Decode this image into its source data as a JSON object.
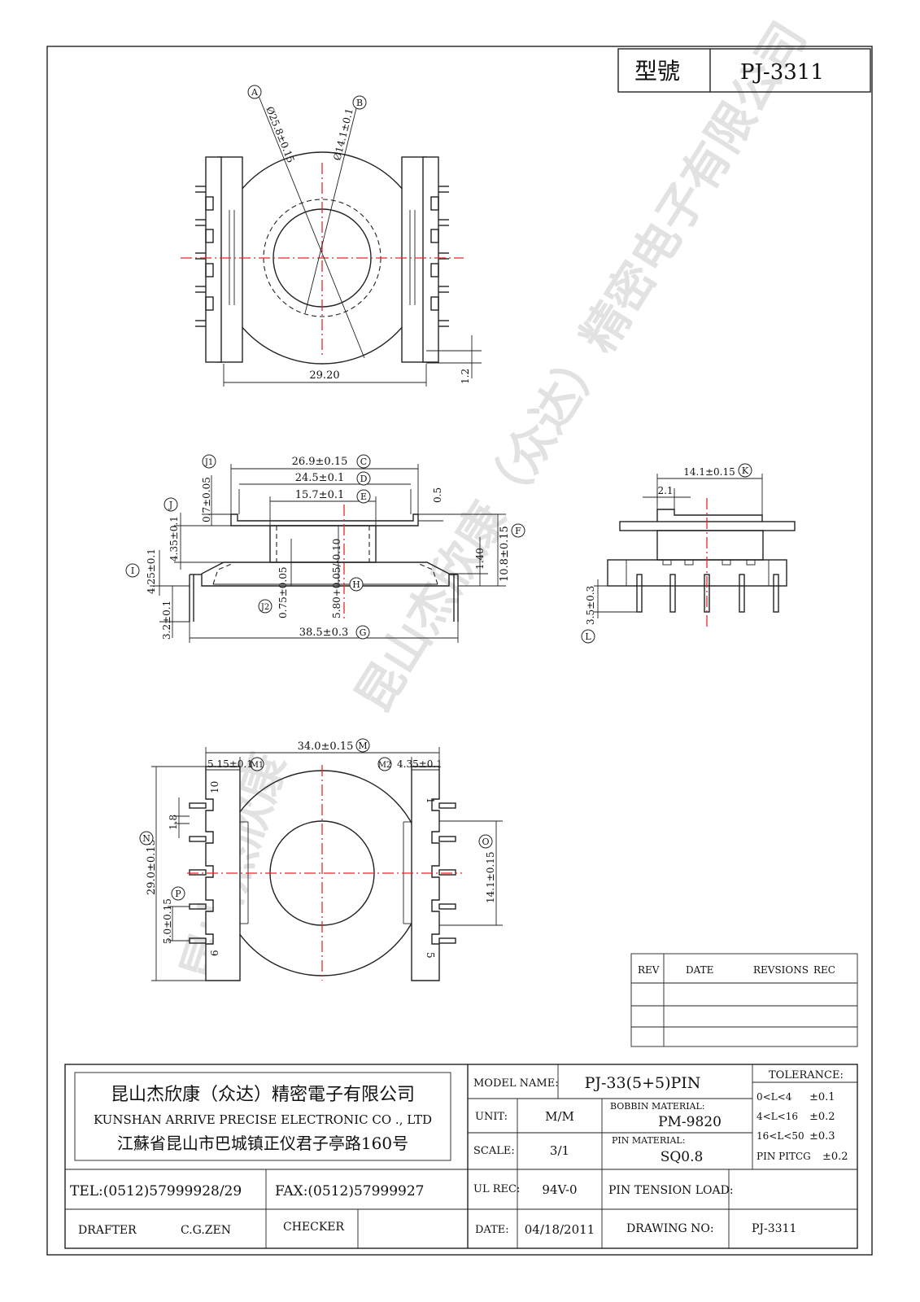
{
  "header": {
    "model_label": "型號",
    "model_value": "PJ-3311"
  },
  "watermark": {
    "line1": "昆山杰欣康（众达）精密电子有限公司",
    "line2": "昆山杰欣康"
  },
  "top_view": {
    "dims": {
      "A": "Ø25.8±0.15",
      "B": "Ø14.1±0.1",
      "width": "29.20",
      "pin": "1.2"
    },
    "bubbles": [
      "A",
      "B"
    ]
  },
  "side_view": {
    "dims": {
      "C": "26.9±0.15",
      "D": "24.5±0.1",
      "E": "15.7±0.1",
      "J1": "0.7±0.05",
      "J": "4.35±0.1",
      "I": "4.25±0.1",
      "pin_len": "3.2±0.1",
      "J2": "0.75±0.05",
      "H": "5.80+0.05/-0.10",
      "G": "38.5±0.3",
      "F": "10.8±0.15",
      "flange": "1.40",
      "top": "0.5"
    },
    "bubbles": [
      "C",
      "D",
      "E",
      "F",
      "G",
      "H",
      "I",
      "J",
      "J1",
      "J2"
    ]
  },
  "end_view": {
    "dims": {
      "K": "14.1±0.15",
      "pin_w": "2.1",
      "L": "3.5±0.3"
    },
    "bubbles": [
      "K",
      "L"
    ]
  },
  "bottom_view": {
    "dims": {
      "M": "34.0±0.15",
      "M1": "5.15±0.1",
      "M2": "4.35±0.1",
      "N": "29.0±0.15",
      "O": "14.1±0.15",
      "P": "5.0±0.15",
      "pitch": "1.8"
    },
    "pin_labels": {
      "p10": "10",
      "p1": "1",
      "p6": "6",
      "p5": "5"
    },
    "bubbles": [
      "M",
      "M1",
      "M2",
      "N",
      "O",
      "P"
    ]
  },
  "revision_table": {
    "headers": [
      "REV",
      "DATE",
      "REVSIONS",
      "REC"
    ],
    "rows": [
      [
        "",
        "",
        ""
      ],
      [
        "",
        "",
        ""
      ],
      [
        "",
        "",
        ""
      ]
    ]
  },
  "title_block": {
    "company_cn": "昆山杰欣康（众达）精密電子有限公司",
    "company_en": "KUNSHAN ARRIVE PRECISE ELECTRONIC CO ., LTD",
    "address": "江蘇省昆山市巴城镇正仪君子亭路160号",
    "tel": "TEL:(0512)57999928/29",
    "fax": "FAX:(0512)57999927",
    "drafter_label": "DRAFTER",
    "drafter": "C.G.ZEN",
    "checker_label": "CHECKER",
    "checker": "",
    "model_name_label": "MODEL NAME:",
    "model_name": "PJ-33(5+5)PIN",
    "unit_label": "UNIT:",
    "unit": "M/M",
    "bobbin_label": "BOBBIN MATERIAL:",
    "bobbin": "PM-9820",
    "scale_label": "SCALE:",
    "scale": "3/1",
    "pin_mat_label": "PIN MATERIAL:",
    "pin_mat": "SQ0.8",
    "ul_label": "UL REC:",
    "ul": "94V-0",
    "pin_tension_label": "PIN TENSION LOAD:",
    "pin_tension": "",
    "date_label": "DATE:",
    "date": "04/18/2011",
    "drawing_no_label": "DRAWING NO:",
    "drawing_no": "PJ-3311",
    "tolerance_label": "TOLERANCE:",
    "tolerances": [
      {
        "range": "0<L<4",
        "value": "±0.1"
      },
      {
        "range": "4<L<16",
        "value": "±0.2"
      },
      {
        "range": "16<L<50",
        "value": "±0.3"
      },
      {
        "range": "PIN PITCG",
        "value": "±0.2"
      }
    ]
  }
}
